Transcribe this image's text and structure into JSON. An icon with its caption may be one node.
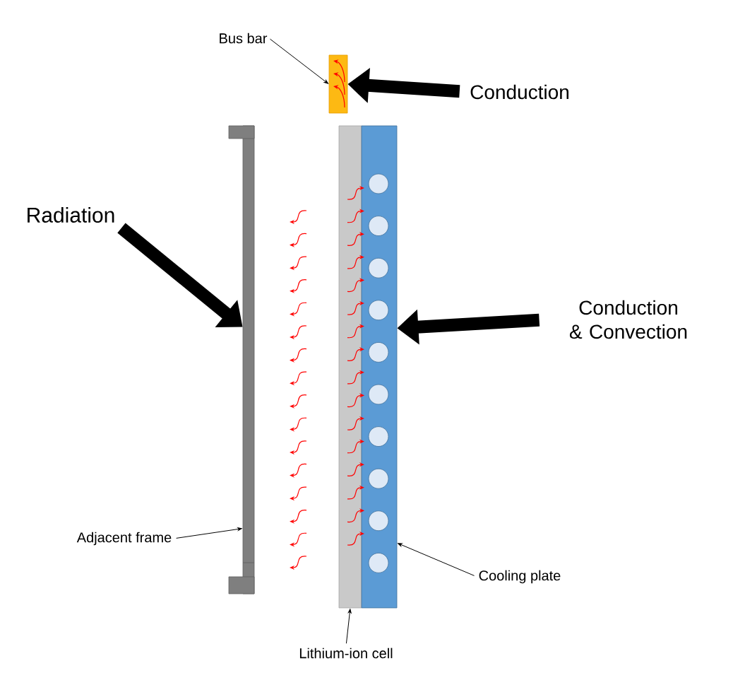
{
  "diagram": {
    "nodes": [
      {
        "text": [
          "Bus bar"
        ]
      },
      {
        "text": [],
        "shape": "box"
      },
      {
        "text": [
          "Conduction"
        ]
      },
      {
        "text": [
          "Radiation"
        ]
      },
      {
        "text": [],
        "shape": "box"
      },
      {
        "text": [
          "Conduction & Convection"
        ]
      },
      {
        "text": [
          "Adjacent frame"
        ]
      },
      {
        "text": [
          "Cooling plate"
        ]
      },
      {
        "text": [],
        "shape": "box"
      },
      {
        "text": [],
        "shape": "box"
      },
      {
        "text": [
          "Lithium-ion cell"
        ]
      }
    ],
    "edges": [
      {
        "from": 0,
        "to": 1,
        "arrow": "to"
      },
      {
        "from": 2,
        "to": 1,
        "arrow": "to",
        "style": "thick"
      },
      {
        "from": 3,
        "to": 4,
        "arrow": "to",
        "style": "thick"
      },
      {
        "from": 5,
        "to": 9,
        "arrow": "to",
        "style": "thick"
      },
      {
        "from": 6,
        "to": 4,
        "arrow": "to"
      },
      {
        "from": 7,
        "to": 9,
        "arrow": "to"
      },
      {
        "from": 10,
        "to": 8,
        "arrow": "to"
      }
    ]
  }
}
